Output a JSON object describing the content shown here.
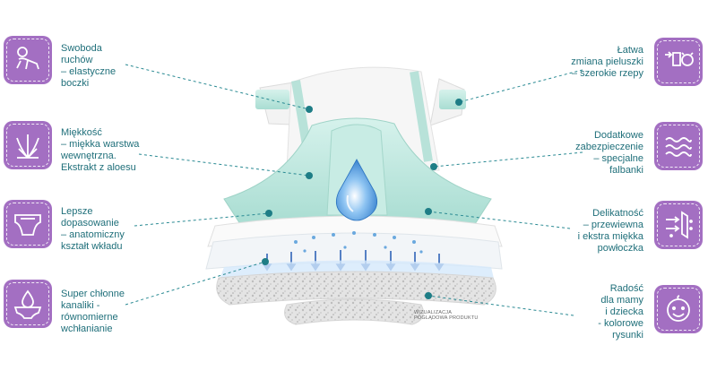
{
  "features": {
    "freedom": {
      "label": "Swoboda\nruchów\n– elastyczne\nboczki",
      "icon": "baby-crawling-icon"
    },
    "softness": {
      "label": "Miękkość\n– miękka warstwa\nwewnętrzna.\nEkstrakt z aloesu",
      "icon": "aloe-leaf-icon"
    },
    "fit": {
      "label": "Lepsze\ndopasowanie\n– anatomiczny\nkształt wkładu",
      "icon": "diaper-icon"
    },
    "absorb": {
      "label": "Super chłonne\nkanaliki -\nrównomierne\nwchłanianie",
      "icon": "drop-diaper-icon"
    },
    "change": {
      "label": "Łatwa\nzmiana pieluszki\n– szerokie rzepy",
      "icon": "diaper-change-icon"
    },
    "protection": {
      "label": "Dodatkowe\nzabezpieczenie\n– specjalne\nfalbanki",
      "icon": "waves-icon"
    },
    "gentle": {
      "label": "Delikatność\n– przewiewna\ni ekstra miękka\npowłoczka",
      "icon": "breathable-layer-icon"
    },
    "joy": {
      "label": "Radość\ndla mamy\ni dziecka\n- kolorowe\nrysunki",
      "icon": "happy-baby-icon"
    }
  },
  "visualization_note": "WIZUALIZACJA\nPOGLĄDOWA PRODUKTU",
  "colors": {
    "icon_bg": "#a36fc2",
    "text": "#1f6f7a",
    "leader": "#2a8a93",
    "mint": "#bfe8df",
    "drop": "#3b8fd6"
  }
}
